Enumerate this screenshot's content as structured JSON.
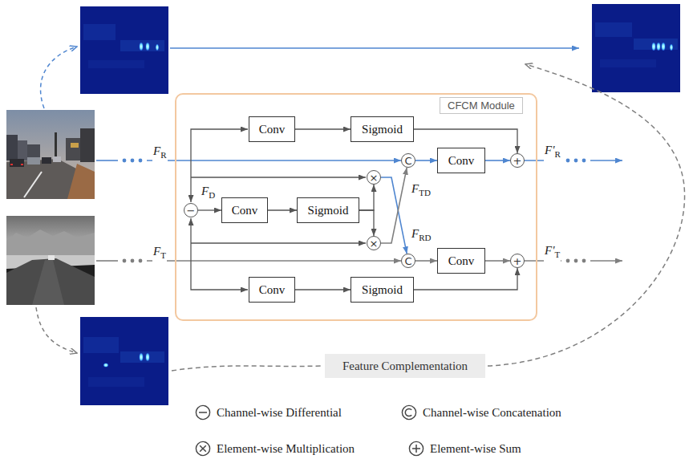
{
  "diagram": {
    "nodes": [
      {
        "text": [
          "CFCM Module"
        ]
      },
      {
        "text": [
          "Conv"
        ],
        "in": 0
      },
      {
        "text": [
          "Sigmoid"
        ],
        "in": 0
      },
      {
        "text": [
          "−"
        ],
        "in": 0
      },
      {
        "text": [
          "Conv"
        ],
        "in": 0
      },
      {
        "text": [
          "Sigmoid"
        ],
        "in": 0
      },
      {
        "text": [
          "×"
        ],
        "in": 0
      },
      {
        "text": [
          "×"
        ],
        "in": 0
      },
      {
        "text": [
          "C"
        ],
        "in": 0
      },
      {
        "text": [
          "Conv"
        ],
        "in": 0
      },
      {
        "text": [
          "+"
        ],
        "in": 0
      },
      {
        "text": [
          "C"
        ],
        "in": 0
      },
      {
        "text": [
          "Conv"
        ],
        "in": 0
      },
      {
        "text": [
          "+"
        ],
        "in": 0
      },
      {
        "text": [
          "Conv"
        ],
        "in": 0
      },
      {
        "text": [
          "Sigmoid"
        ],
        "in": 0
      },
      {
        "text": [
          "Feature Complementation"
        ]
      }
    ],
    "edges": [
      {
        "from": 1,
        "to": 2,
        "arrow": "to"
      },
      {
        "from": 2,
        "to": 10,
        "arrow": "to"
      },
      {
        "from": 3,
        "to": 4,
        "arrow": "to"
      },
      {
        "from": 4,
        "to": 5,
        "arrow": "to"
      },
      {
        "from": 5,
        "to": 6,
        "arrow": "to"
      },
      {
        "from": 5,
        "to": 7,
        "arrow": "to"
      },
      {
        "from": 6,
        "to": 11,
        "label": "FRD",
        "arrow": "to"
      },
      {
        "from": 7,
        "to": 8,
        "label": "FTD",
        "arrow": "to"
      },
      {
        "from": 8,
        "to": 9,
        "arrow": "to"
      },
      {
        "from": 9,
        "to": 10,
        "arrow": "to"
      },
      {
        "from": 11,
        "to": 12,
        "arrow": "to"
      },
      {
        "from": 12,
        "to": 13,
        "arrow": "to"
      },
      {
        "from": 14,
        "to": 15,
        "arrow": "to"
      },
      {
        "from": 15,
        "to": 13,
        "arrow": "to"
      }
    ],
    "labels": [
      "FR",
      "FT",
      "FD",
      "F'R",
      "F'T"
    ],
    "legend": [
      {
        "text": "Channel-wise Differential"
      },
      {
        "text": "Channel-wise Concatenation"
      },
      {
        "text": "Element-wise Multiplication"
      },
      {
        "text": "Element-wise Sum"
      }
    ]
  }
}
